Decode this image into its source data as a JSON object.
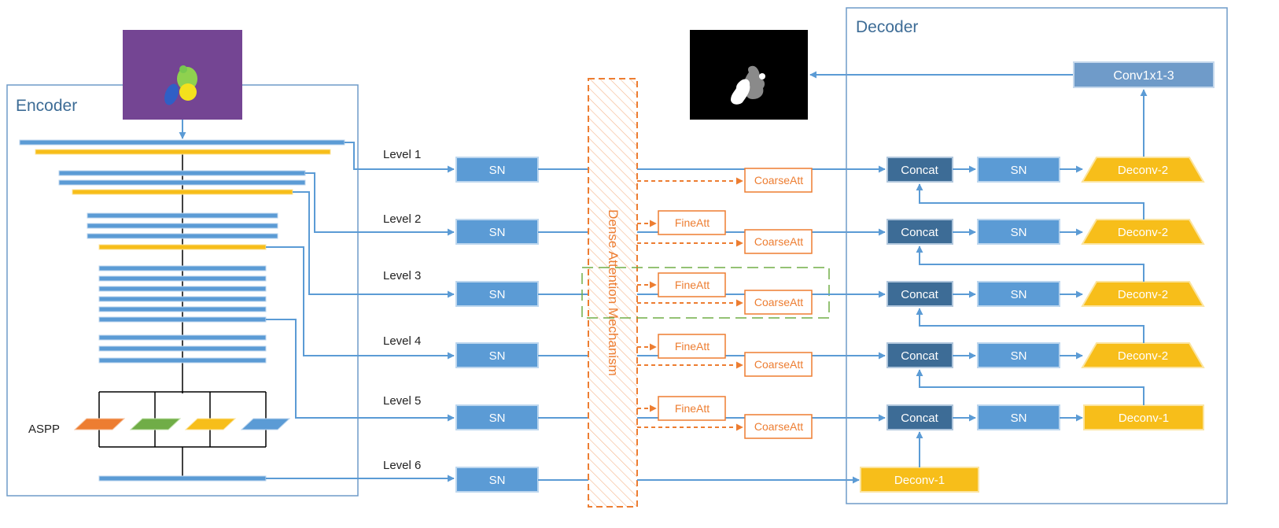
{
  "encoder": {
    "title": "Encoder",
    "aspp_label": "ASPP"
  },
  "decoder": {
    "title": "Decoder",
    "output_conv": "Conv1x1-3"
  },
  "attention": {
    "label": "Dense Attention Mechanism"
  },
  "levels": [
    "Level 1",
    "Level 2",
    "Level 3",
    "Level 4",
    "Level 5",
    "Level 6"
  ],
  "sn_label": "SN",
  "fine_att_label": "FineAtt",
  "coarse_att_label": "CoarseAtt",
  "concat_label": "Concat",
  "deconv_rows": [
    "Deconv-2",
    "Deconv-2",
    "Deconv-2",
    "Deconv-2",
    "Deconv-1"
  ],
  "bottom_deconv": "Deconv-1",
  "colors": {
    "blue": "#5b9bd5",
    "dark_blue": "#3d6c96",
    "light_blue": "#6f9bc9",
    "yellow": "#f7be1a",
    "orange": "#ed7d31",
    "green": "#70ad47",
    "input_bg": "#744593"
  }
}
